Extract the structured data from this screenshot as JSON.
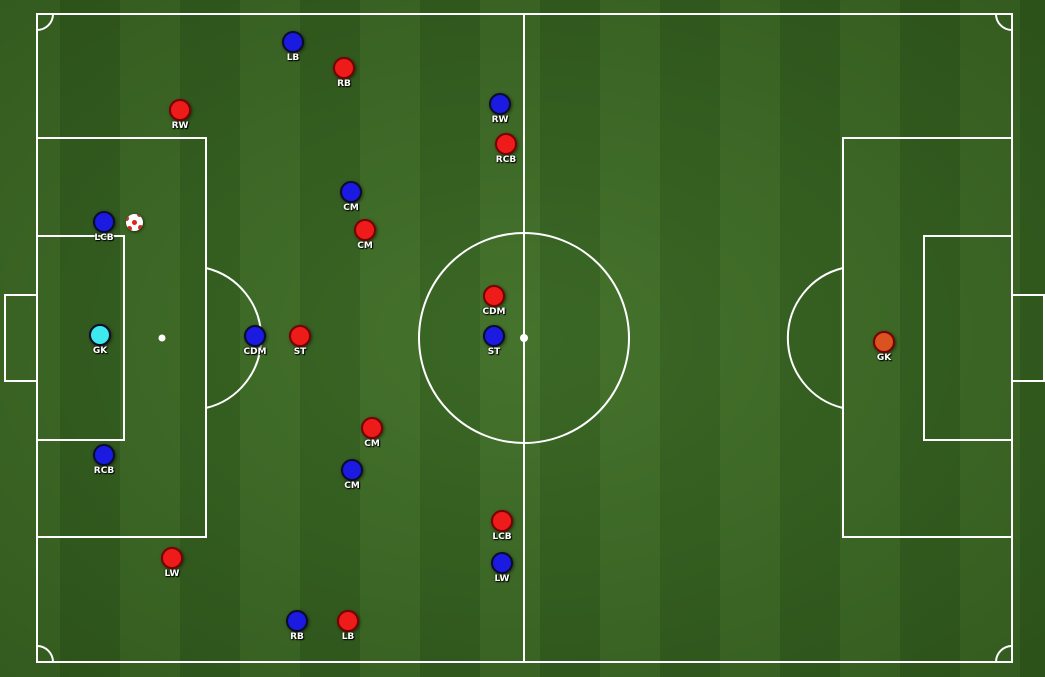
{
  "colors": {
    "home_team": "#1a1ae0",
    "away_team": "#ee1b1b",
    "home_goalkeeper": "#3ee9ee",
    "away_goalkeeper": "#d9521f",
    "pitch_lines": "#ffffff"
  },
  "ball": {
    "icon": "football-icon"
  },
  "home_team": [
    {
      "role": "GK"
    },
    {
      "role": "LCB"
    },
    {
      "role": "RCB"
    },
    {
      "role": "LB"
    },
    {
      "role": "RB"
    },
    {
      "role": "CDM"
    },
    {
      "role": "CM"
    },
    {
      "role": "CM"
    },
    {
      "role": "LW"
    },
    {
      "role": "RW"
    },
    {
      "role": "ST"
    }
  ],
  "away_team": [
    {
      "role": "GK"
    },
    {
      "role": "RCB"
    },
    {
      "role": "LCB"
    },
    {
      "role": "RB"
    },
    {
      "role": "LB"
    },
    {
      "role": "CDM"
    },
    {
      "role": "CM"
    },
    {
      "role": "CM"
    },
    {
      "role": "RW"
    },
    {
      "role": "LW"
    },
    {
      "role": "ST"
    }
  ]
}
